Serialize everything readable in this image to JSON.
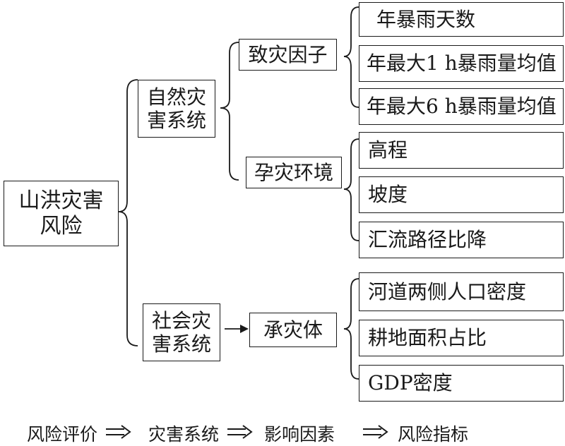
{
  "diagram": {
    "root": {
      "label": "山洪灾害\n风险"
    },
    "systems": [
      {
        "label": "自然灾\n害系统",
        "factors": [
          {
            "label": "致灾因子",
            "indicators": [
              "年暴雨天数",
              "年最大1 h暴雨量均值",
              "年最大6 h暴雨量均值"
            ]
          },
          {
            "label": "孕灾环境",
            "indicators": [
              "高程",
              "坡度",
              "汇流路径比降"
            ]
          }
        ]
      },
      {
        "label": "社会灾\n害系统",
        "factors": [
          {
            "label": "承灾体",
            "indicators": [
              "河道两侧人口密度",
              "耕地面积占比",
              "GDP密度"
            ]
          }
        ]
      }
    ]
  },
  "legend": [
    "风险评价",
    "灾害系统",
    "影响因素",
    "风险指标"
  ]
}
